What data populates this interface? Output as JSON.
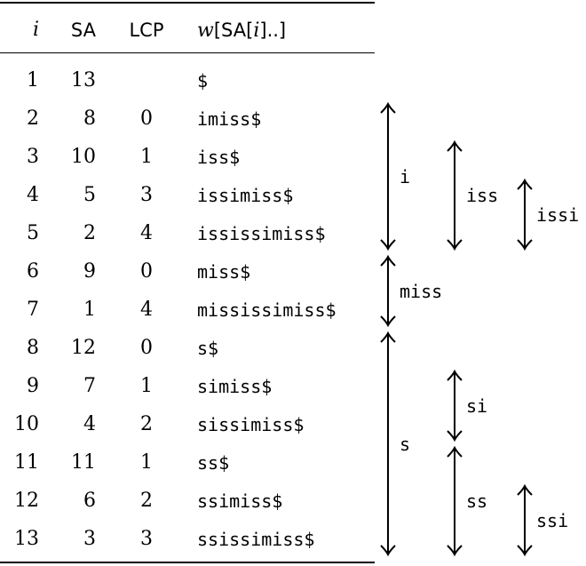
{
  "headers": {
    "i": "i",
    "sa": "SA",
    "lcp": "LCP",
    "w_prefix": "w",
    "w_open": "[SA[",
    "w_var": "i",
    "w_close": "]..]"
  },
  "rows": [
    {
      "i": "1",
      "sa": "13",
      "lcp": "",
      "suffix": "$"
    },
    {
      "i": "2",
      "sa": "8",
      "lcp": "0",
      "suffix": "imiss$"
    },
    {
      "i": "3",
      "sa": "10",
      "lcp": "1",
      "suffix": "iss$"
    },
    {
      "i": "4",
      "sa": "5",
      "lcp": "3",
      "suffix": "issimiss$"
    },
    {
      "i": "5",
      "sa": "2",
      "lcp": "4",
      "suffix": "ississimiss$"
    },
    {
      "i": "6",
      "sa": "9",
      "lcp": "0",
      "suffix": "miss$"
    },
    {
      "i": "7",
      "sa": "1",
      "lcp": "4",
      "suffix": "mississimiss$"
    },
    {
      "i": "8",
      "sa": "12",
      "lcp": "0",
      "suffix": "s$"
    },
    {
      "i": "9",
      "sa": "7",
      "lcp": "1",
      "suffix": "simiss$"
    },
    {
      "i": "10",
      "sa": "4",
      "lcp": "2",
      "suffix": "sissimiss$"
    },
    {
      "i": "11",
      "sa": "11",
      "lcp": "1",
      "suffix": "ss$"
    },
    {
      "i": "12",
      "sa": "6",
      "lcp": "2",
      "suffix": "ssimiss$"
    },
    {
      "i": "13",
      "sa": "3",
      "lcp": "3",
      "suffix": "ssissimiss$"
    }
  ],
  "intervals": [
    {
      "label": "i",
      "from_row": 2,
      "to_row": 5
    },
    {
      "label": "iss",
      "from_row": 3,
      "to_row": 5
    },
    {
      "label": "issi",
      "from_row": 4,
      "to_row": 5
    },
    {
      "label": "miss",
      "from_row": 6,
      "to_row": 7
    },
    {
      "label": "s",
      "from_row": 8,
      "to_row": 13
    },
    {
      "label": "si",
      "from_row": 9,
      "to_row": 10
    },
    {
      "label": "ss",
      "from_row": 11,
      "to_row": 13
    },
    {
      "label": "ssi",
      "from_row": 12,
      "to_row": 13
    }
  ]
}
